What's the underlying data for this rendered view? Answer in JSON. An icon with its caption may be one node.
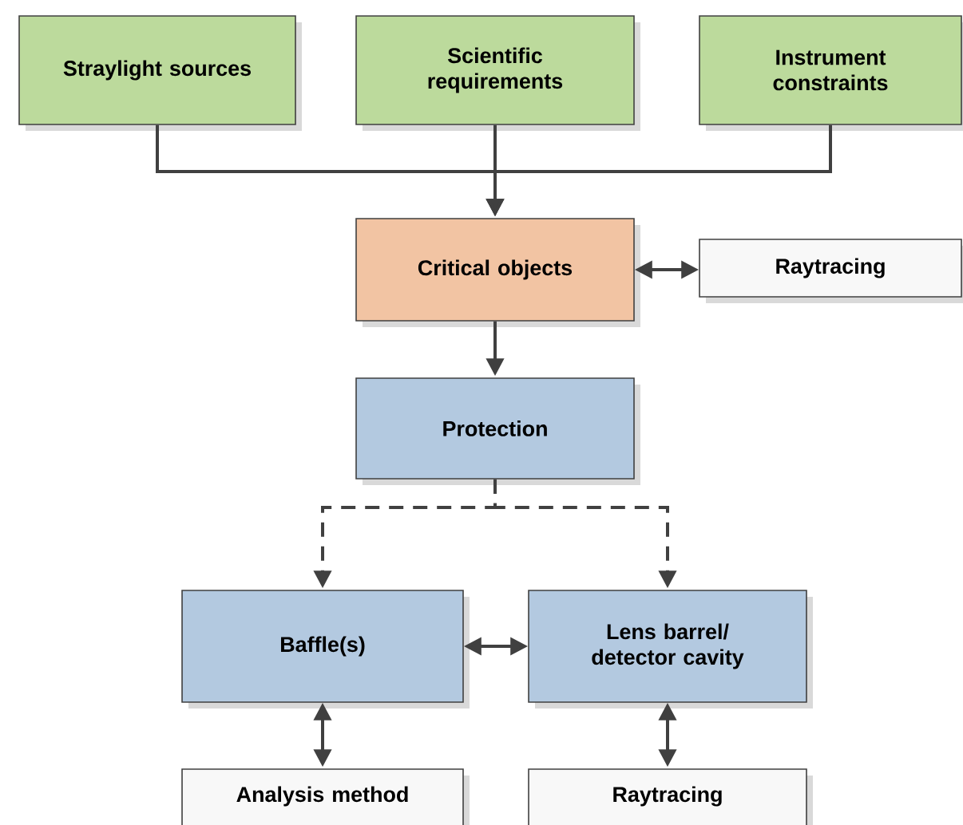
{
  "diagram": {
    "nodes": [
      {
        "text": [
          "Straylight sources"
        ]
      },
      {
        "text": [
          "Scientific requirements"
        ]
      },
      {
        "text": [
          "Instrument constraints"
        ]
      },
      {
        "text": [
          "Critical objects"
        ]
      },
      {
        "text": [
          "Raytracing"
        ]
      },
      {
        "text": [
          "Protection"
        ]
      },
      {
        "text": [
          "Baffle(s)"
        ]
      },
      {
        "text": [
          "Lens barrel/ detector cavity"
        ]
      },
      {
        "text": [
          "Analysis method"
        ]
      },
      {
        "text": [
          "Raytracing"
        ]
      }
    ],
    "edges": [
      {
        "from": 0,
        "to": 3,
        "arrow": "to"
      },
      {
        "from": 1,
        "to": 3,
        "arrow": "to"
      },
      {
        "from": 2,
        "to": 3,
        "arrow": "to"
      },
      {
        "from": 3,
        "to": 4,
        "arrow": "both"
      },
      {
        "from": 3,
        "to": 5,
        "arrow": "to"
      },
      {
        "from": 5,
        "to": 6,
        "arrow": "to",
        "style": "dashed"
      },
      {
        "from": 5,
        "to": 7,
        "arrow": "to",
        "style": "dashed"
      },
      {
        "from": 6,
        "to": 7,
        "arrow": "both"
      },
      {
        "from": 6,
        "to": 8,
        "arrow": "both"
      },
      {
        "from": 7,
        "to": 9,
        "arrow": "both"
      }
    ]
  }
}
